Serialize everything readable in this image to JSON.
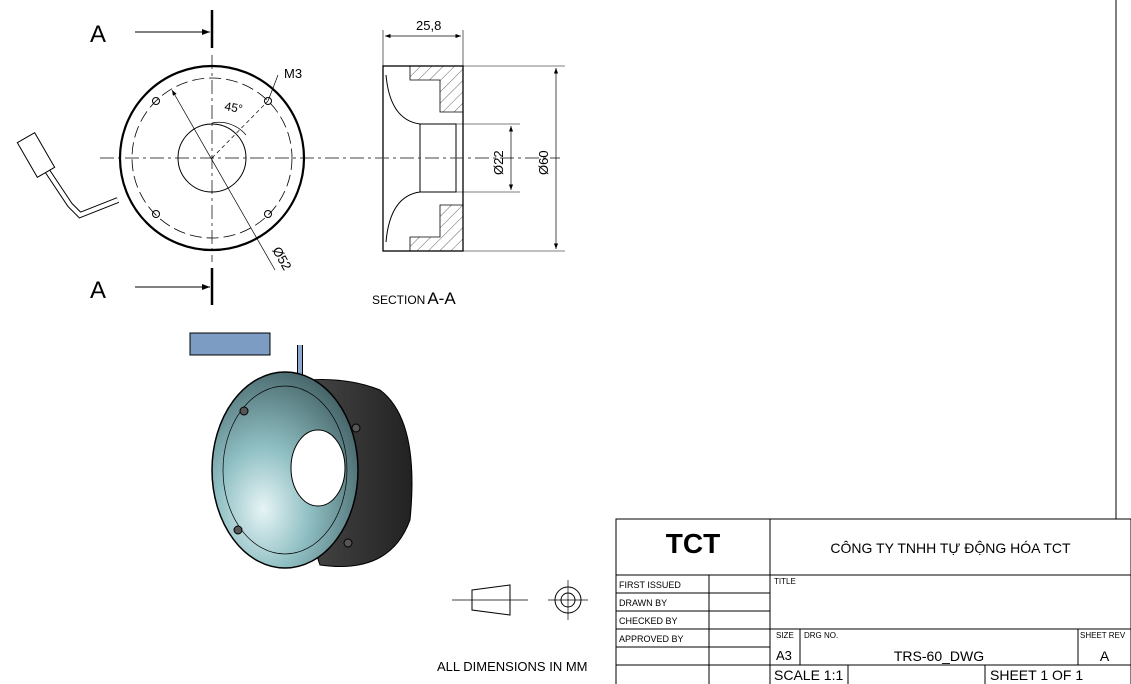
{
  "drawing": {
    "section_letter_top": "A",
    "section_letter_bottom": "A",
    "dim_width": "25,8",
    "dim_thread": "M3",
    "dim_angle": "45°",
    "dim_bolt_circle": "Ø52",
    "dim_inner": "Ø22",
    "dim_outer": "Ø60",
    "section_label_prefix": "SECTION",
    "section_label_name": "A-A",
    "units_note": "ALL DIMENSIONS IN MM"
  },
  "title_block": {
    "logo": "TCT",
    "company": "CÔNG TY TNHH TỰ ĐỘNG HÓA TCT",
    "first_issued": "FIRST ISSUED",
    "drawn_by": "DRAWN BY",
    "checked_by": "CHECKED BY",
    "approved_by": "APPROVED BY",
    "title_label": "TITLE",
    "size_label": "SIZE",
    "size_value": "A3",
    "drg_label": "DRG NO.",
    "drg_value": "TRS-60_DWG",
    "rev_label": "SHEET REV",
    "rev_value": "A",
    "scale": "SCALE 1:1",
    "sheet": "SHEET 1 OF 1"
  },
  "colors": {
    "body": "#7fb3b8",
    "line": "#000000"
  }
}
